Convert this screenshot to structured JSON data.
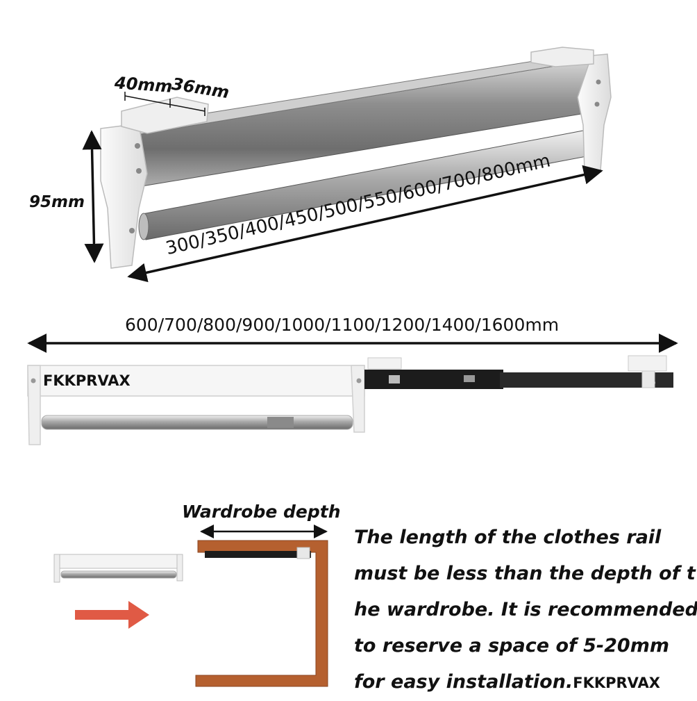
{
  "dimensions": {
    "width_a": "40mm",
    "width_b": "36mm",
    "height": "95mm",
    "length_range": "300/350/400/450/500/550/600/700/800mm",
    "extended_range": "600/700/800/900/1000/1100/1200/1400/1600mm"
  },
  "brand": "FKKPRVAX",
  "diagram": {
    "depth_label": "Wardrobe depth"
  },
  "note": {
    "lines": [
      "The length of the clothes rail",
      "must be less than the depth of t",
      "he wardrobe. It is recommended",
      "to reserve a space of 5-20mm",
      "for easy installation."
    ],
    "brand_suffix": "FKKPRVAX"
  },
  "colors": {
    "arrow_red": "#e05a45",
    "wood": "#b5602f",
    "steel": "#9a9a9a",
    "bracket": "#f0f0f0",
    "slide_black": "#1c1c1c"
  }
}
